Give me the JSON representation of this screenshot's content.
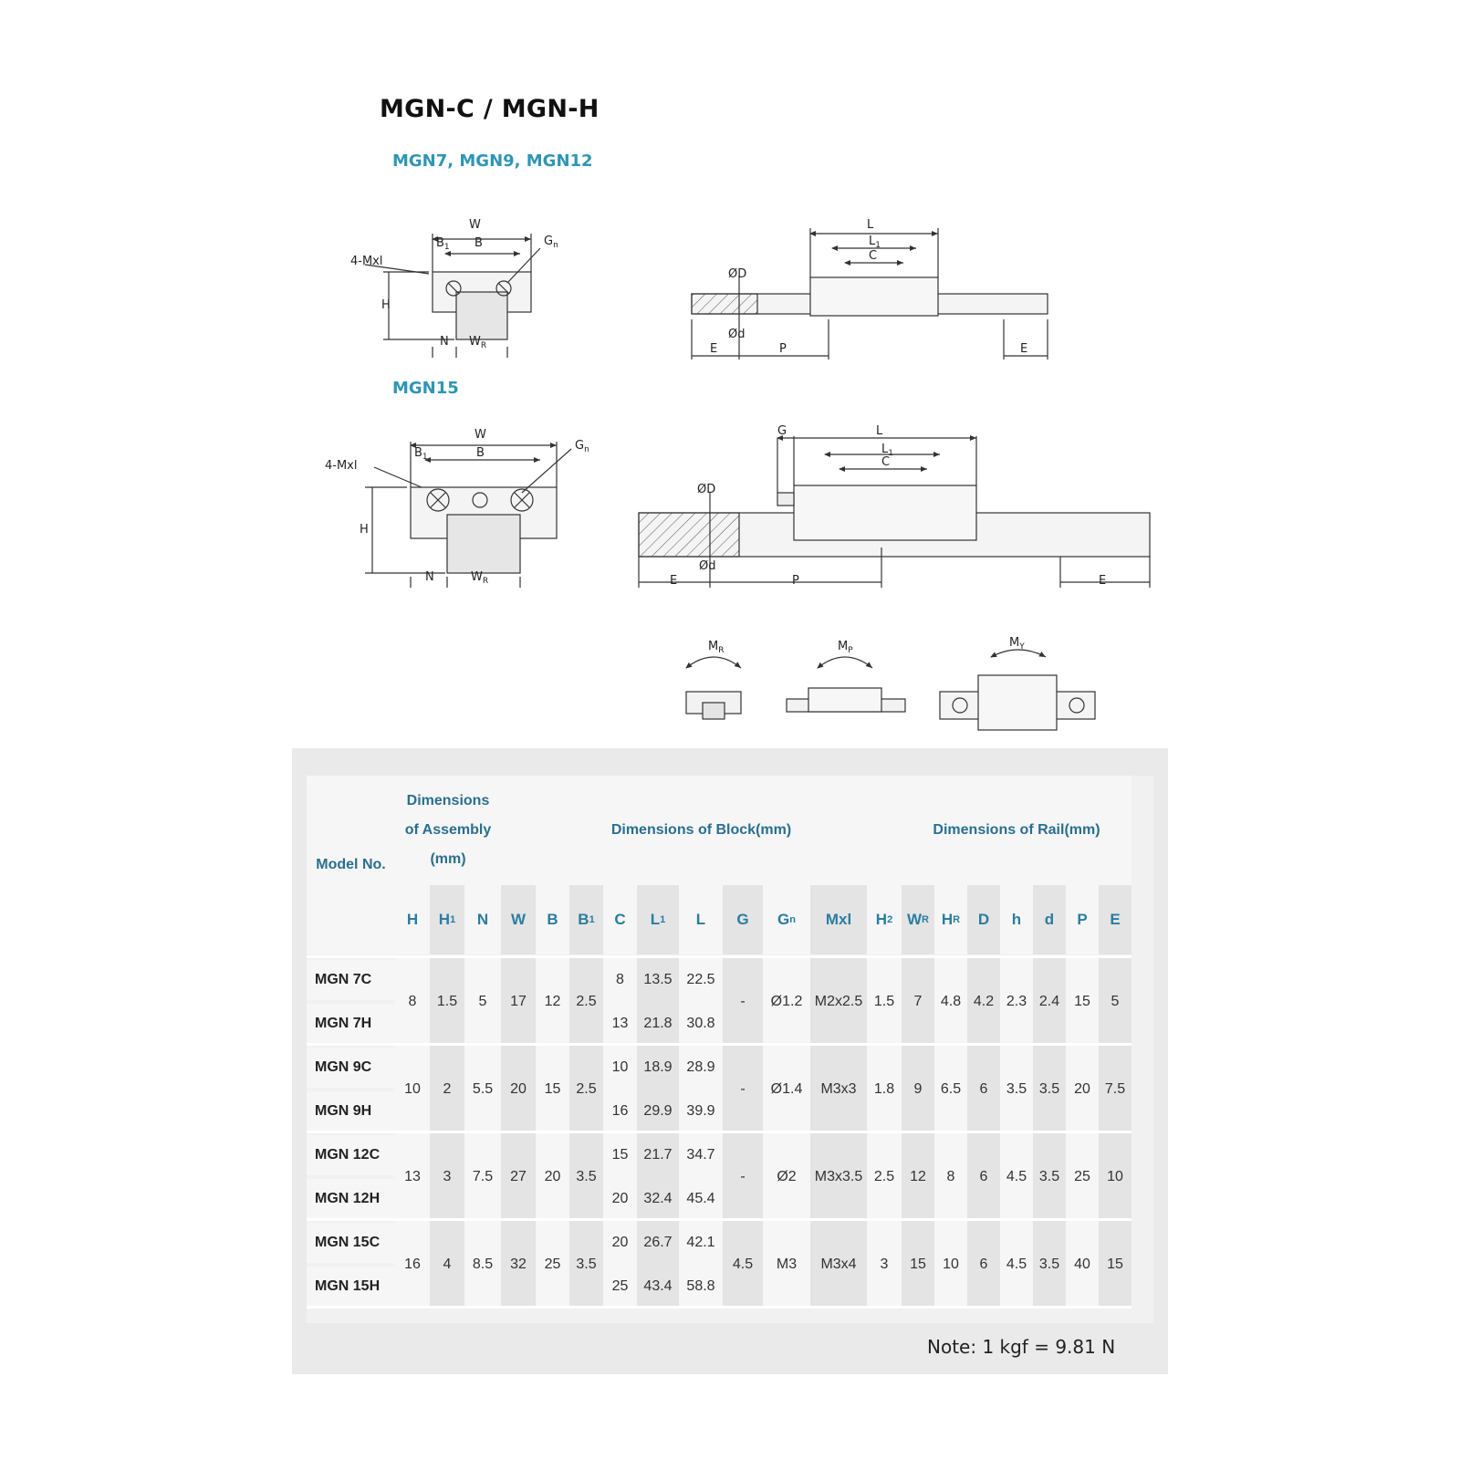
{
  "title": "MGN-C / MGN-H",
  "subtitle_small": "MGN7, MGN9, MGN12",
  "subtitle_large": "MGN15",
  "labels": {
    "W": "W",
    "B": "B",
    "B1": "B",
    "B1sub": "1",
    "Gn": "G",
    "Gnsub": "n",
    "MxL": "4-Mxl",
    "H": "H",
    "H1": "H",
    "H1sub": "1",
    "H2": "H",
    "H2sub": "2",
    "N": "N",
    "WR": "W",
    "WRsub": "R",
    "L": "L",
    "L1": "L",
    "L1sub": "1",
    "C": "C",
    "phiD": "ØD",
    "phid": "Ød",
    "h": "h",
    "HR": "H",
    "HRsub": "R",
    "E": "E",
    "P": "P",
    "G": "G",
    "MR": "M",
    "MRsub": "R",
    "MP": "M",
    "MPsub": "P",
    "MY": "M",
    "MYsub": "Y"
  },
  "table": {
    "model_header": "Model No.",
    "group_assembly": [
      "Dimensions",
      "of Assembly",
      "(mm)"
    ],
    "group_block": "Dimensions of Block(mm)",
    "group_rail": "Dimensions of Rail(mm)",
    "columns": [
      {
        "main": "H",
        "sub": ""
      },
      {
        "main": "H",
        "sub": "1"
      },
      {
        "main": "N",
        "sub": ""
      },
      {
        "main": "W",
        "sub": ""
      },
      {
        "main": "B",
        "sub": ""
      },
      {
        "main": "B",
        "sub": "1"
      },
      {
        "main": "C",
        "sub": ""
      },
      {
        "main": "L",
        "sub": "1"
      },
      {
        "main": "L",
        "sub": ""
      },
      {
        "main": "G",
        "sub": ""
      },
      {
        "main": "G",
        "sub": "n"
      },
      {
        "main": "Mxl",
        "sub": ""
      },
      {
        "main": "H",
        "sub": "2"
      },
      {
        "main": "W",
        "sub": "R"
      },
      {
        "main": "H",
        "sub": "R"
      },
      {
        "main": "D",
        "sub": ""
      },
      {
        "main": "h",
        "sub": ""
      },
      {
        "main": "d",
        "sub": ""
      },
      {
        "main": "P",
        "sub": ""
      },
      {
        "main": "E",
        "sub": ""
      }
    ],
    "groups": [
      {
        "models": [
          "MGN 7C",
          "MGN 7H"
        ],
        "H": "8",
        "H1": "1.5",
        "N": "5",
        "W": "17",
        "B": "12",
        "B1": "2.5",
        "C": [
          "8",
          "13"
        ],
        "L1": [
          "13.5",
          "21.8"
        ],
        "L": [
          "22.5",
          "30.8"
        ],
        "G": "-",
        "Gn": "Ø1.2",
        "Mxl": "M2x2.5",
        "H2": "1.5",
        "WR": "7",
        "HR": "4.8",
        "D": "4.2",
        "h": "2.3",
        "d": "2.4",
        "P": "15",
        "E": "5"
      },
      {
        "models": [
          "MGN 9C",
          "MGN 9H"
        ],
        "H": "10",
        "H1": "2",
        "N": "5.5",
        "W": "20",
        "B": "15",
        "B1": "2.5",
        "C": [
          "10",
          "16"
        ],
        "L1": [
          "18.9",
          "29.9"
        ],
        "L": [
          "28.9",
          "39.9"
        ],
        "G": "-",
        "Gn": "Ø1.4",
        "Mxl": "M3x3",
        "H2": "1.8",
        "WR": "9",
        "HR": "6.5",
        "D": "6",
        "h": "3.5",
        "d": "3.5",
        "P": "20",
        "E": "7.5"
      },
      {
        "models": [
          "MGN 12C",
          "MGN 12H"
        ],
        "H": "13",
        "H1": "3",
        "N": "7.5",
        "W": "27",
        "B": "20",
        "B1": "3.5",
        "C": [
          "15",
          "20"
        ],
        "L1": [
          "21.7",
          "32.4"
        ],
        "L": [
          "34.7",
          "45.4"
        ],
        "G": "-",
        "Gn": "Ø2",
        "Mxl": "M3x3.5",
        "H2": "2.5",
        "WR": "12",
        "HR": "8",
        "D": "6",
        "h": "4.5",
        "d": "3.5",
        "P": "25",
        "E": "10"
      },
      {
        "models": [
          "MGN 15C",
          "MGN 15H"
        ],
        "H": "16",
        "H1": "4",
        "N": "8.5",
        "W": "32",
        "B": "25",
        "B1": "3.5",
        "C": [
          "20",
          "25"
        ],
        "L1": [
          "26.7",
          "43.4"
        ],
        "L": [
          "42.1",
          "58.8"
        ],
        "G": "4.5",
        "Gn": "M3",
        "Mxl": "M3x4",
        "H2": "3",
        "WR": "15",
        "HR": "10",
        "D": "6",
        "h": "4.5",
        "d": "3.5",
        "P": "40",
        "E": "15"
      }
    ]
  },
  "note": "Note: 1 kgf = 9.81 N"
}
